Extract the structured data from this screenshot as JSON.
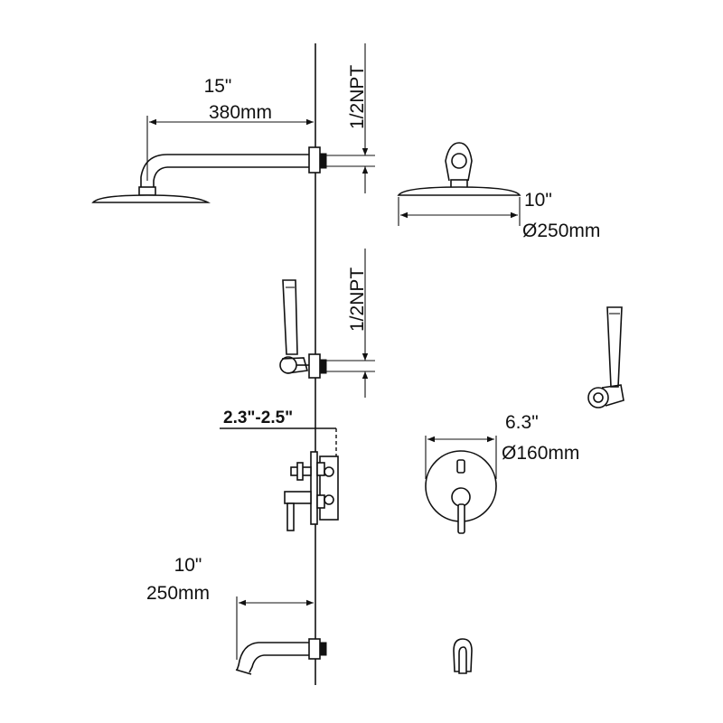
{
  "labels": {
    "head_arm_in": "15\"",
    "head_arm_mm": "380mm",
    "npt_top": "1/2NPT",
    "head_dia_in": "10\"",
    "head_dia_mm": "Ø250mm",
    "npt_mid": "1/2NPT",
    "valve_depth": "2.3\"-2.5\"",
    "plate_dia_in": "6.3\"",
    "plate_dia_mm": "Ø160mm",
    "spout_in": "10\"",
    "spout_mm": "250mm"
  }
}
